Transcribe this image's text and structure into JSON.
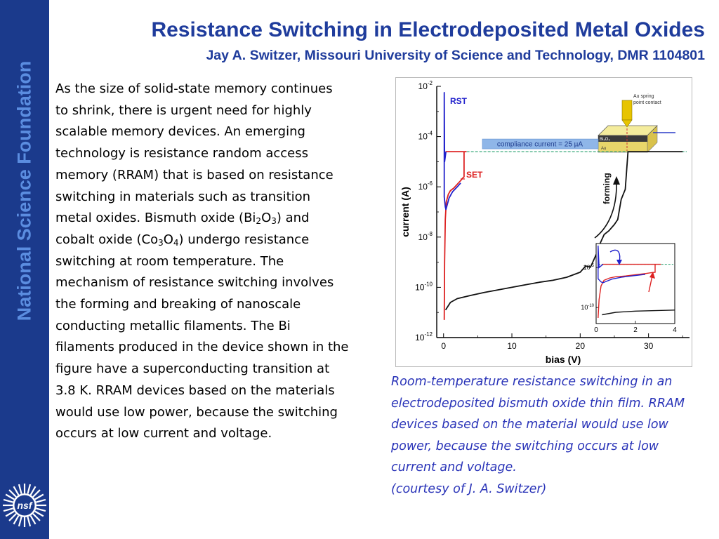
{
  "sidebar": {
    "org_name": "National Science Foundation",
    "logo_text": "nsf"
  },
  "header": {
    "title": "Resistance Switching in Electrodeposited Metal Oxides",
    "subtitle": "Jay A. Switzer, Missouri University of Science and Technology, DMR 1104801"
  },
  "body": {
    "p1": "As the size of solid-state memory continues to shrink, there is urgent need for highly scalable memory devices. An emerging technology is resistance random access memory (RRAM) that is based on resistance switching in materials such as transition metal oxides. Bismuth oxide (Bi",
    "p2": "O",
    "p3": ") and cobalt oxide (Co",
    "p4": "O",
    "p5": ") undergo resistance switching at room temperature. The mechanism of resistance switching involves the forming and breaking of nanoscale conducting metallic filaments.  The Bi filaments produced in the device shown in the figure have a superconducting transition at 3.8 K. RRAM devices based on the materials would use low power, because the switching occurs at low current and voltage.",
    "sub1": "2",
    "sub2": "3",
    "sub3": "3",
    "sub4": "4"
  },
  "caption": {
    "line1": "Room-temperature resistance switching in an electrodeposited bismuth oxide thin film. RRAM devices based on the material would use low power, because the switching occurs at low current and voltage.",
    "line2": "(courtesy of J. A. Switzer)"
  },
  "colors": {
    "sidebar": "#1b3a8c",
    "sidebar_text": "#5b8de0",
    "title": "#1f3c9c",
    "caption": "#2a34b8",
    "rst": "#2222cc",
    "set": "#dd2222",
    "forming": "#111111"
  },
  "chart_data": {
    "type": "line",
    "xlabel": "bias (V)",
    "ylabel": "current (A)",
    "xlim": [
      -1,
      36
    ],
    "ylim_log10": [
      -12,
      -2
    ],
    "x_ticks": [
      "0",
      "10",
      "20",
      "30"
    ],
    "y_ticks": [
      "10-2",
      "10-4",
      "10-6",
      "10-8",
      "10-10",
      "10-12"
    ],
    "y_tick_exponents": [
      "-2",
      "-4",
      "-6",
      "-8",
      "-10",
      "-12"
    ],
    "compliance_label": "compliance current = 25 µA",
    "compliance_log10": -4.6,
    "series": [
      {
        "name": "forming",
        "color": "#111111",
        "x": [
          0.3,
          1,
          2,
          4,
          6,
          8,
          10,
          12,
          14,
          16,
          18,
          20,
          20.8,
          21.5,
          22,
          22.5,
          23,
          23.5,
          24.2,
          25,
          25.5,
          26,
          26.6,
          27,
          28,
          35
        ],
        "y_log10": [
          -10.9,
          -10.6,
          -10.45,
          -10.32,
          -10.2,
          -10.1,
          -10.0,
          -9.9,
          -9.8,
          -9.72,
          -9.6,
          -9.4,
          -9.15,
          -9.2,
          -8.9,
          -8.6,
          -8.2,
          -7.9,
          -7.75,
          -7.5,
          -7.3,
          -6.5,
          -6.1,
          -4.6,
          -4.6,
          -4.6
        ]
      },
      {
        "name": "SET",
        "color": "#dd2222",
        "x": [
          0.1,
          0.15,
          0.25,
          0.4,
          0.7,
          1.0,
          1.5,
          2.0,
          2.5,
          2.8,
          3.0,
          3.0,
          3.3,
          0.3
        ],
        "y_log10": [
          -11.3,
          -9.0,
          -7.3,
          -6.6,
          -6.3,
          -6.15,
          -6.05,
          -5.9,
          -5.75,
          -5.65,
          -5.6,
          -4.6,
          -4.6,
          -4.6
        ]
      },
      {
        "name": "RST",
        "color": "#2222cc",
        "x": [
          0.35,
          0.15,
          0.1,
          0.1,
          0.25,
          0.35,
          0.5,
          0.8,
          1.3,
          2.0,
          2.5
        ],
        "y_log10": [
          -4.6,
          -5.0,
          -2.25,
          -6.4,
          -6.8,
          -6.9,
          -6.75,
          -6.45,
          -6.2,
          -6.0,
          -5.85
        ]
      }
    ],
    "annotations": [
      "RST",
      "SET",
      "forming",
      "Au spring point contact",
      "Bi2O3",
      "Au"
    ],
    "inset": {
      "xlim": [
        0,
        4
      ],
      "x_ticks": [
        "0",
        "2",
        "4"
      ],
      "y_ticks": [
        "10-5",
        "10-10"
      ],
      "y_tick_exponents": [
        "-5",
        "-10"
      ]
    }
  }
}
